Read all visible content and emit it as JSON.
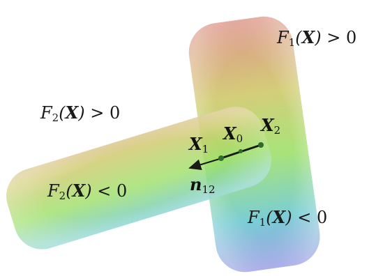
{
  "colors": {
    "top": "#d9897b",
    "upper": "#cfc86a",
    "middle": "#9fe06a",
    "lower": "#6cc8d0",
    "bottom": "#8c8fe0",
    "vector": "#1a1a1a",
    "points": "#2f6b2f"
  },
  "labels": {
    "f1_positive": {
      "func": "F",
      "sub": "1",
      "arg": "X",
      "rel": " > 0"
    },
    "f1_negative": {
      "func": "F",
      "sub": "1",
      "arg": "X",
      "rel": " < 0"
    },
    "f2_positive": {
      "func": "F",
      "sub": "2",
      "arg": "X",
      "rel": " > 0"
    },
    "f2_negative": {
      "func": "F",
      "sub": "2",
      "arg": "X",
      "rel": " < 0"
    }
  },
  "points": {
    "x1": {
      "sym": "X",
      "sub": "1"
    },
    "x0": {
      "sym": "X",
      "sub": "0"
    },
    "x2": {
      "sym": "X",
      "sub": "2"
    },
    "normal": {
      "sym": "n",
      "sub": "12"
    }
  }
}
